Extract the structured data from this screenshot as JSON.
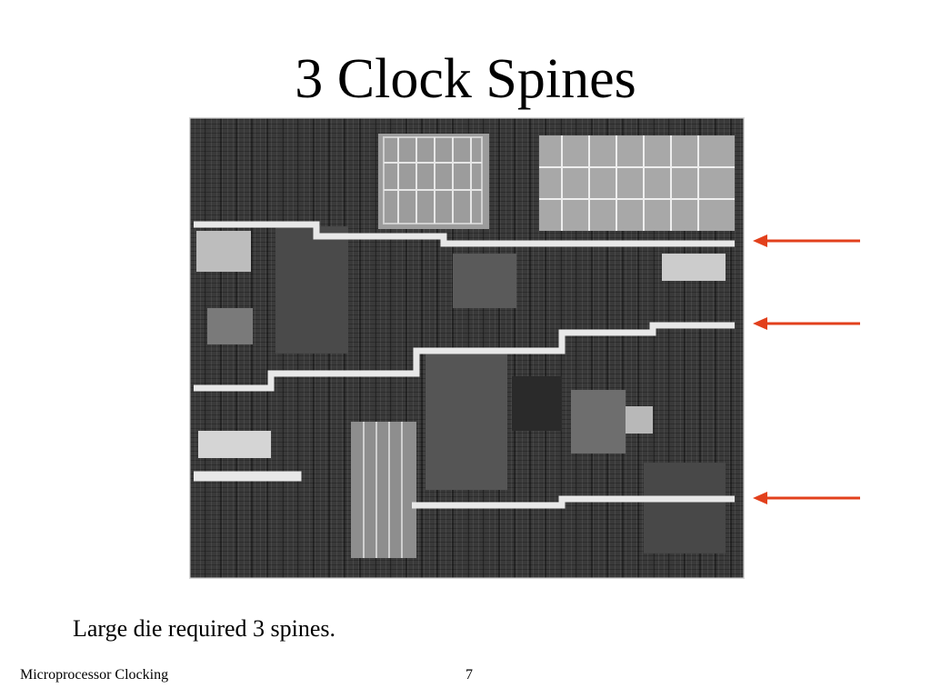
{
  "slide": {
    "title": "3 Clock Spines",
    "caption": "Large die required 3 spines.",
    "footer": {
      "left": "Microprocessor Clocking",
      "page": "7"
    }
  },
  "image": {
    "description_icon": "microprocessor-die-photo-icon"
  },
  "arrows": {
    "count": 3,
    "color": "#e2401c"
  }
}
